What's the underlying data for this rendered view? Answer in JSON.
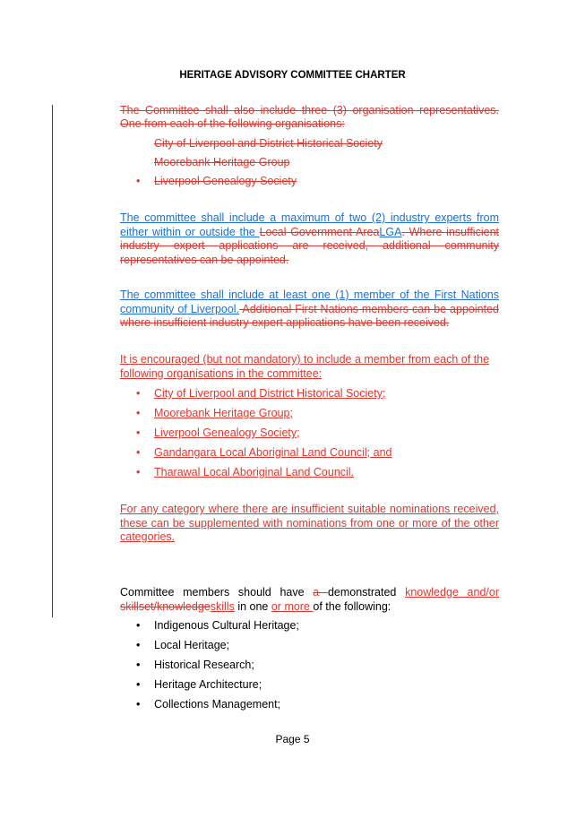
{
  "header": {
    "title": "HERITAGE ADVISORY COMMITTEE CHARTER"
  },
  "para1": {
    "line1": "The Committee shall also include three (3) organisation representatives.",
    "line2": "One from each of the following organisations:"
  },
  "list1": [
    "City of Liverpool and District Historical Society",
    "Moorebank Heritage Group",
    "Liverpool Genealogy Society"
  ],
  "para2": {
    "a": "The committee shall include a maximum of two (2) industry experts from either within or outside the ",
    "del1": "Local Government Area",
    "ins1": "LGA",
    "del2": ". Where insufficient industry expert applications are received, additional community representatives can be appointed."
  },
  "para3": {
    "a": "The committee shall include at least one (1) member of the First Nations community of Liverpool.",
    "del1": " Additional First Nations members can be appointed where insufficient industry expert applications have been received."
  },
  "para4": {
    "text": "It is encouraged (but not mandatory) to include a member from each of the following organisations in the committee:"
  },
  "list2": [
    "City of Liverpool and District Historical Society;",
    "Moorebank Heritage Group;",
    "Liverpool Genealogy Society;",
    "Gandangara Local Aboriginal Land Council; and",
    "Tharawal Local Aboriginal Land Council."
  ],
  "para5": {
    "text": "For any category where there are insufficient suitable nominations received, these can be supplemented with nominations from one or more of the other categories."
  },
  "para6": {
    "a": "Committee members should have ",
    "del1": "a ",
    "b": "demonstrated ",
    "ins1": "knowledge and/or ",
    "del2": "skillset/knowledge",
    "ins2": "skills",
    "c": " in one ",
    "ins3": "or more ",
    "d": "of the following:"
  },
  "list3": [
    "Indigenous Cultural Heritage;",
    "Local Heritage;",
    "Historical Research;",
    "Heritage Architecture;",
    "Collections Management;"
  ],
  "footer": {
    "page": "Page 5"
  },
  "colors": {
    "deletion": "#e0362e",
    "insertion_blue": "#1f6fd1",
    "change_bar": "#444444"
  },
  "bullet_char": "•"
}
